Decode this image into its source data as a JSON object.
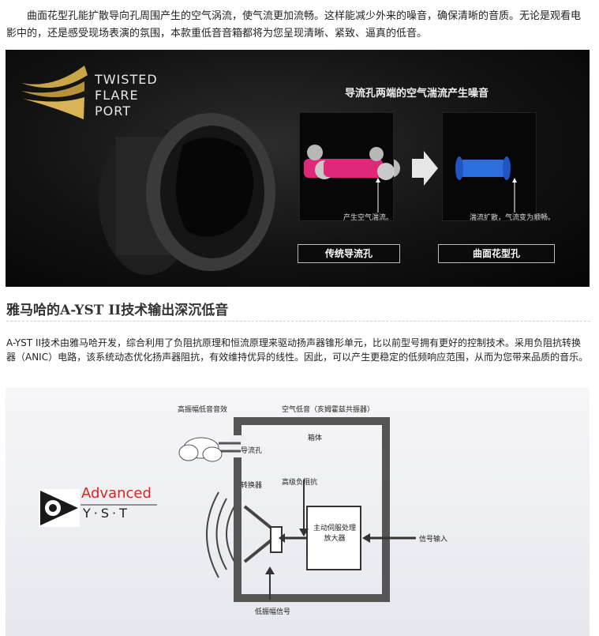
{
  "intro_paragraph": "曲面花型孔能扩散导向孔周围产生的空气涡流，使气流更加流畅。这样能减少外来的噪音，确保清晰的音质。无论是观看电影中的，还是感受现场表演的氛围，本款重低音音箱都将为您呈现清晰、紧致、逼真的低音。",
  "banner": {
    "logo_lines": [
      "TWISTED",
      "FLARE",
      "PORT"
    ],
    "caption": "导流孔两端的空气湍流产生噪音",
    "left_note": "产生空气湍流。",
    "right_note": "湍流扩散，气流变为顺畅。",
    "left_label": "传统导流孔",
    "right_label": "曲面花型孔"
  },
  "section": {
    "heading": "雅马哈的A-YST II技术输出深沉低音",
    "paragraph": "A-YST II技术由雅马哈开发，综合利用了负阻抗原理和恒流原理来驱动扬声器锥形单元，比以前型号拥有更好的控制技术。采用负阻抗转换器（ANIC）电路，该系统动态优化扬声器阻抗，有效维持优异的线性。因此，可以产生更稳定的低频响应范围，从而为您带来品质的音乐。"
  },
  "diagram": {
    "logo_text": "Advanced",
    "logo_sub": "Y·S·T",
    "label_high": "高振幅低音音效",
    "label_air": "空气低音（亥姆霍兹共振器）",
    "label_box": "箱体",
    "label_port": "导流孔",
    "label_transducer": "转换器",
    "label_neg": "高级负阻抗",
    "label_servo": "主动伺服处理放大器",
    "label_signal": "信号输入",
    "label_low": "低振幅信号"
  }
}
